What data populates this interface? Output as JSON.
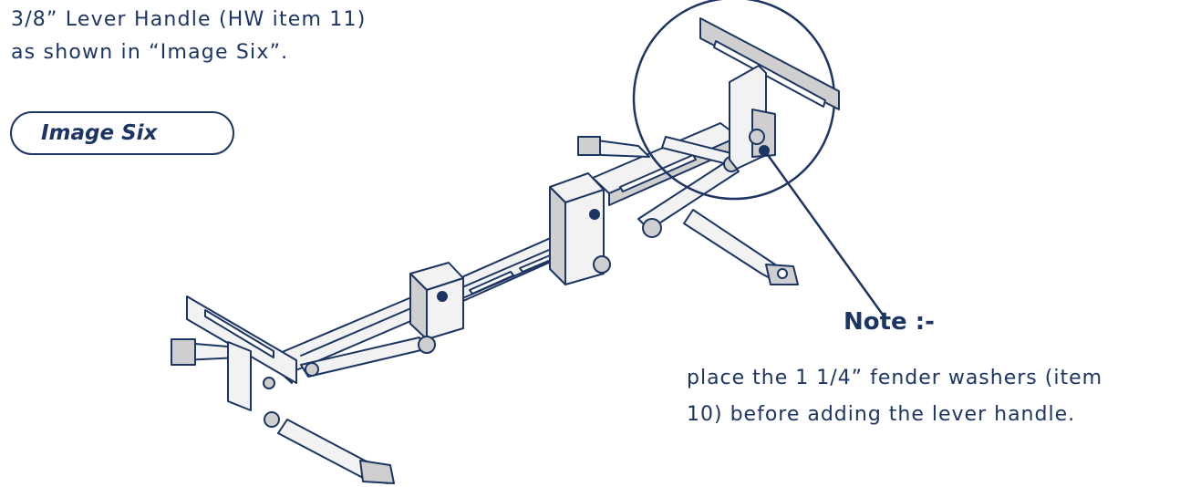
{
  "intro": {
    "line1": "3/8” Lever Handle (HW item 11)",
    "line2": "as shown in “Image Six”."
  },
  "figure_label": "Image Six",
  "note": {
    "title": "Note :-",
    "line1": "place the 1 1/4” fender washers (item",
    "line2": "10) before adding the lever handle."
  },
  "colors": {
    "ink": "#1d3563",
    "part_fill": "#f2f2f2",
    "part_shade": "#cfcfcf",
    "background": "#ffffff"
  }
}
